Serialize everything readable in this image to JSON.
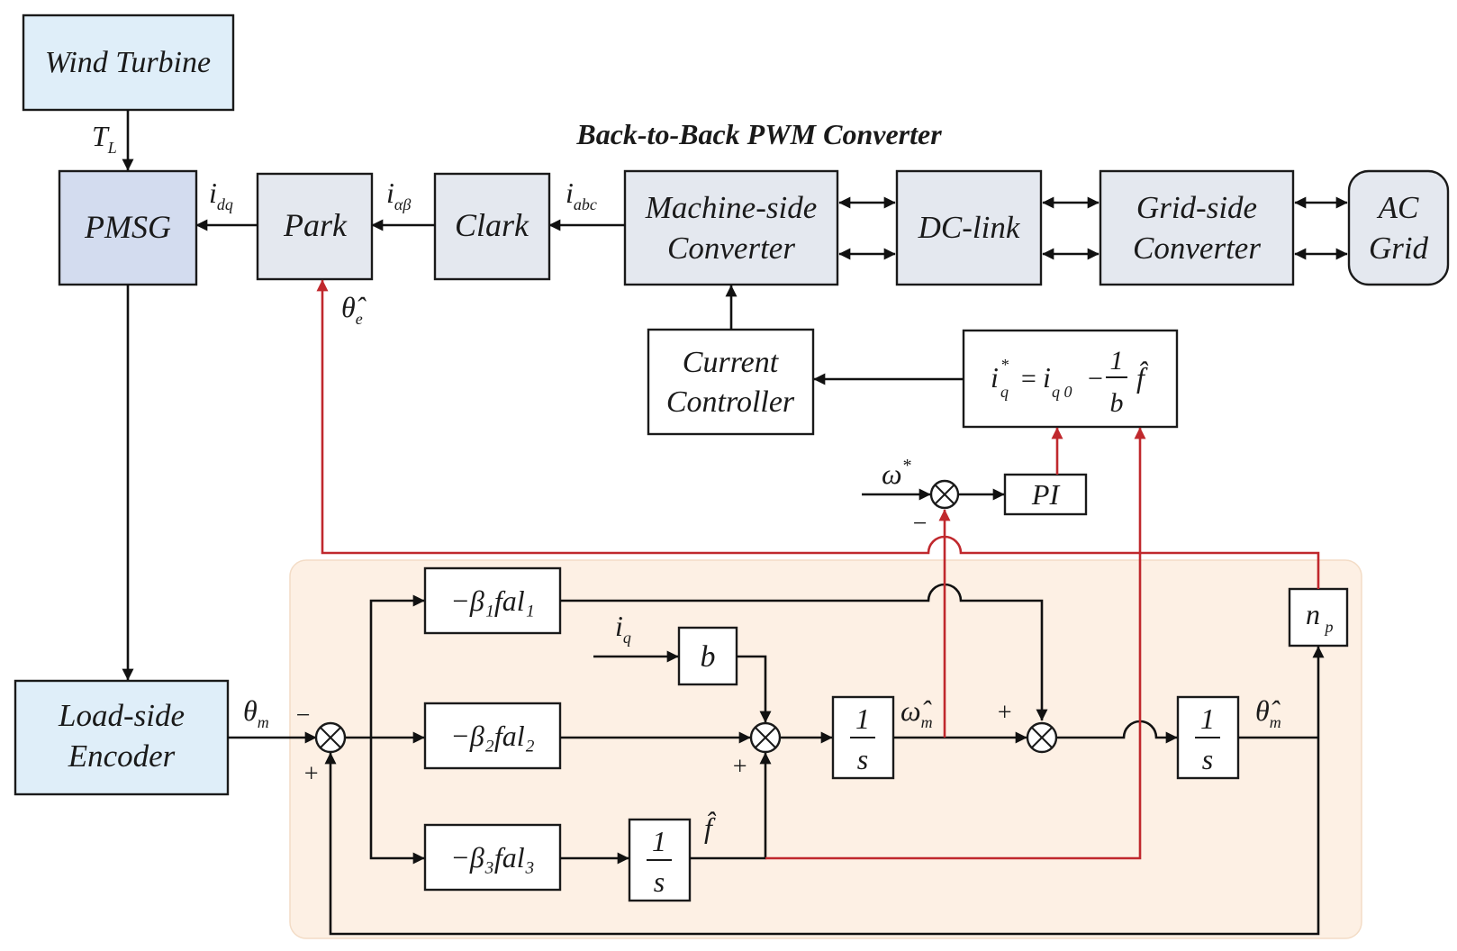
{
  "title": "Back-to-Back PWM Converter",
  "colors": {
    "light_blue_block": "#dfeef9",
    "pmsg_block": "#d3dcef",
    "gray_block": "#e4e8ef",
    "observer_background": "#fdf0e4",
    "red_signal": "#c0282d",
    "wire": "#111111"
  },
  "blocks": {
    "wind_turbine": "Wind Turbine",
    "pmsg": "PMSG",
    "park": "Park",
    "clark": "Clark",
    "machine_side_line1": "Machine-side",
    "machine_side_line2": "Converter",
    "dc_link": "DC-link",
    "grid_side_line1": "Grid-side",
    "grid_side_line2": "Converter",
    "ac_grid_line1": "AC",
    "ac_grid_line2": "Grid",
    "current_controller_line1": "Current",
    "current_controller_line2": "Controller",
    "pi": "PI",
    "load_encoder_line1": "Load-side",
    "load_encoder_line2": "Encoder",
    "fal1": "−β₁fal₁",
    "fal2": "−β₂fal₂",
    "fal3": "−β₃fal₃",
    "gain_b": "b",
    "np": "n",
    "np_sub": "p",
    "integrator_num": "1",
    "integrator_den": "s"
  },
  "equation": {
    "lhs": "i",
    "lhs_sup": "*",
    "lhs_sub": "q",
    "eq": "=",
    "rhs_i": "i",
    "rhs_sub": "q 0",
    "minus": "−",
    "frac_num": "1",
    "frac_den": "b",
    "f_hat": "f̂"
  },
  "signals": {
    "TL": "T",
    "TL_sub": "L",
    "idq": "i",
    "idq_sub": "dq",
    "ialphabeta": "i",
    "ialphabeta_sub": "αβ",
    "iabc": "i",
    "iabc_sub": "abc",
    "theta_e": "θ̂",
    "theta_e_sub": "e",
    "omega_star": "ω",
    "omega_star_sup": "*",
    "theta_m": "θ",
    "theta_m_sub": "m",
    "iq": "i",
    "iq_sub": "q",
    "omega_hat": "ω̂",
    "omega_hat_sub": "m",
    "theta_hat": "θ̂",
    "theta_hat_sub": "m",
    "f_hat": "f̂",
    "plus": "+",
    "minus": "−"
  }
}
